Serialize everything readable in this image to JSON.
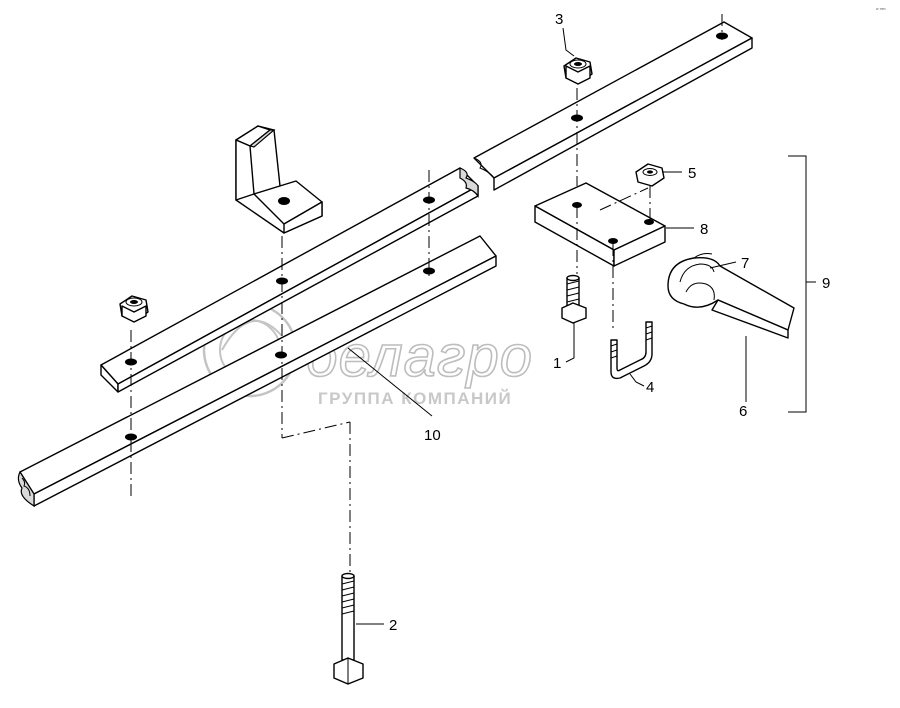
{
  "watermark": {
    "brand": "белагро",
    "subtitle": "ГРУППА КОМПАНИЙ"
  },
  "corner_mark": "ʷ ᵐᵐ",
  "callouts": [
    {
      "id": "1",
      "label": "1"
    },
    {
      "id": "2",
      "label": "2"
    },
    {
      "id": "3",
      "label": "3"
    },
    {
      "id": "4",
      "label": "4"
    },
    {
      "id": "5",
      "label": "5"
    },
    {
      "id": "6",
      "label": "6"
    },
    {
      "id": "7",
      "label": "7"
    },
    {
      "id": "8",
      "label": "8"
    },
    {
      "id": "9",
      "label": "9"
    },
    {
      "id": "10",
      "label": "10"
    }
  ]
}
